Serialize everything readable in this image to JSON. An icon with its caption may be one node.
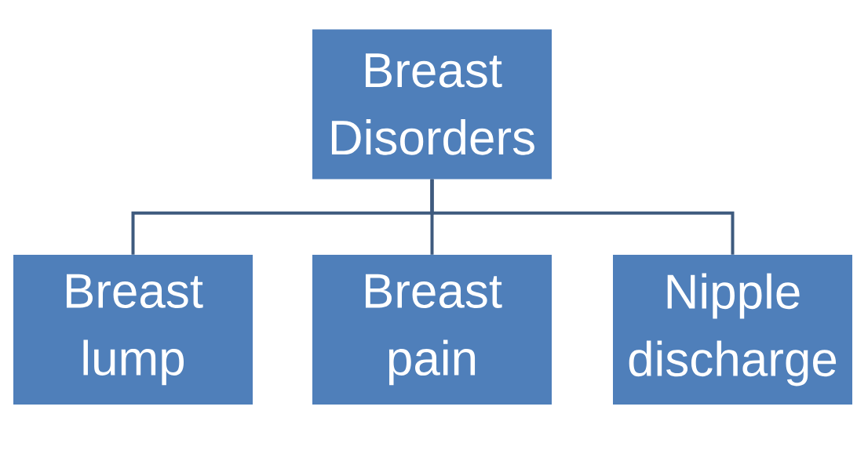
{
  "diagram": {
    "nodes": [
      {
        "text": [
          "Breast Disorders"
        ]
      },
      {
        "text": [
          "Breast lump"
        ]
      },
      {
        "text": [
          "Breast pain"
        ]
      },
      {
        "text": [
          "Nipple discharge"
        ]
      }
    ],
    "edges": [
      {
        "from": 0,
        "to": 1,
        "arrow": "none"
      },
      {
        "from": 0,
        "to": 2,
        "arrow": "none"
      },
      {
        "from": 0,
        "to": 3,
        "arrow": "none"
      }
    ]
  }
}
